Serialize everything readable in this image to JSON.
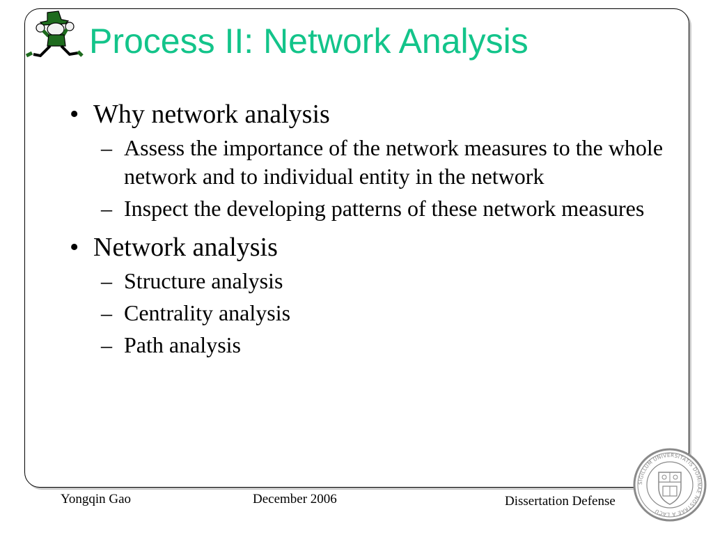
{
  "slide": {
    "title": "Process II: Network Analysis",
    "bullets": [
      {
        "text": "Why network analysis",
        "sub": [
          "Assess the importance of the network measures to the whole network and to individual entity in the network",
          "Inspect the developing patterns of these network measures"
        ]
      },
      {
        "text": "Network analysis",
        "sub": [
          "Structure analysis",
          "Centrality analysis",
          "Path analysis"
        ]
      }
    ],
    "bullet_glyph": "•",
    "sub_glyph": "–"
  },
  "footer": {
    "author": "Yongqin Gao",
    "date": "December 2006",
    "event": "Dissertation Defense"
  },
  "colors": {
    "title": "#13c48a",
    "mascot_green": "#1e6b1e",
    "seal_ink": "#8a8a8a"
  },
  "icons": {
    "top_left": "leprechaun-mascot-icon",
    "bottom_right": "university-seal-icon"
  },
  "seal_text": "SIGILLUM UNIVERSITATIS DOMINAE NOSTRAE A LACU"
}
